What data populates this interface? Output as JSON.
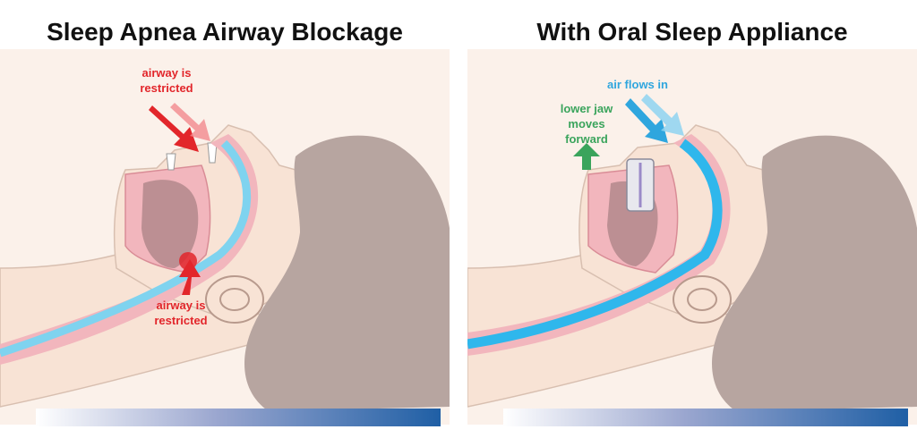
{
  "panels": [
    {
      "title": "Sleep Apnea Airway Blockage",
      "label_top": {
        "line1": "airway is",
        "line2": "restricted"
      },
      "label_bottom": {
        "line1": "airway is",
        "line2": "restricted"
      }
    },
    {
      "title": "With Oral Sleep Appliance",
      "label_air": "air flows in",
      "label_jaw": {
        "line1": "lower jaw",
        "line2": "moves",
        "line3": "forward"
      }
    }
  ],
  "colors": {
    "restricted_label": "#e2262b",
    "airflow_label": "#2fa6de",
    "jaw_label": "#3aa45c",
    "skin": "#f8e3d5",
    "hair": "#b7a5a0",
    "tissue": "#f2b6bd",
    "airway": "#7fd3ef"
  }
}
